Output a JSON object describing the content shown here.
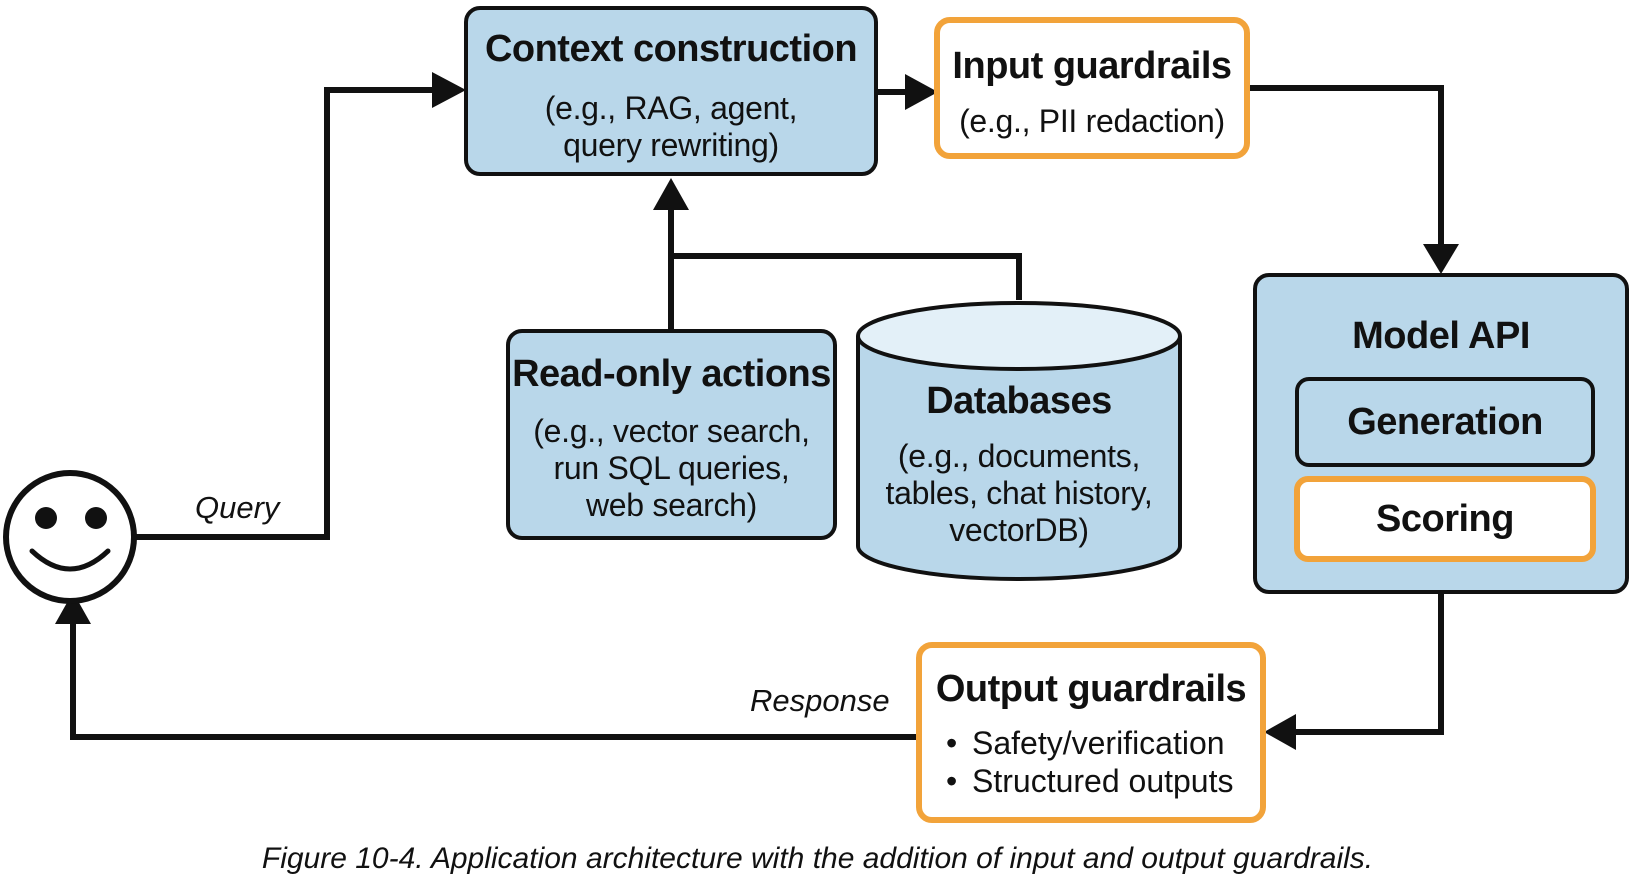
{
  "context": {
    "title": "Context construction",
    "lines": [
      "(e.g., RAG, agent,",
      "query rewriting)"
    ]
  },
  "input_guardrails": {
    "title": "Input guardrails",
    "lines": [
      "(e.g., PII redaction)"
    ]
  },
  "read_only": {
    "title": "Read-only actions",
    "lines": [
      "(e.g., vector search,",
      "run SQL queries,",
      "web search)"
    ]
  },
  "databases": {
    "title": "Databases",
    "lines": [
      "(e.g., documents,",
      "tables, chat history,",
      "vectorDB)"
    ]
  },
  "model_api": {
    "title": "Model API",
    "generation": "Generation",
    "scoring": "Scoring"
  },
  "output_guardrails": {
    "title": "Output guardrails",
    "items": [
      "Safety/verification",
      "Structured outputs"
    ]
  },
  "labels": {
    "query": "Query",
    "response": "Response"
  },
  "caption": "Figure 10-4. Application architecture with the addition of input and output guardrails.",
  "colors": {
    "box_fill": "#b9d7ea",
    "guardrail_border": "#f2a33a",
    "line": "#111111"
  }
}
